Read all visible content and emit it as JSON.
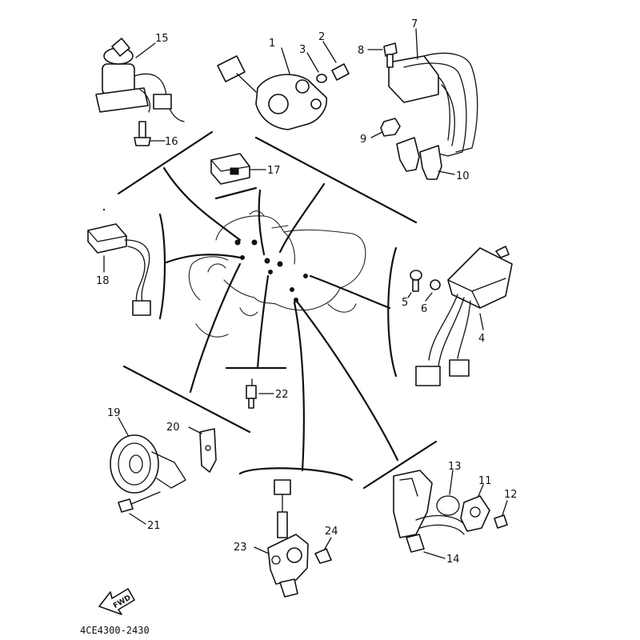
{
  "diagram": {
    "part_numbers": [
      "1",
      "2",
      "3",
      "4",
      "5",
      "6",
      "7",
      "8",
      "9",
      "10",
      "11",
      "12",
      "13",
      "14",
      "15",
      "16",
      "17",
      "18",
      "19",
      "20",
      "21",
      "22",
      "23",
      "24"
    ],
    "footer_code": "4CE4300-2430",
    "direction_label": "FWD"
  }
}
